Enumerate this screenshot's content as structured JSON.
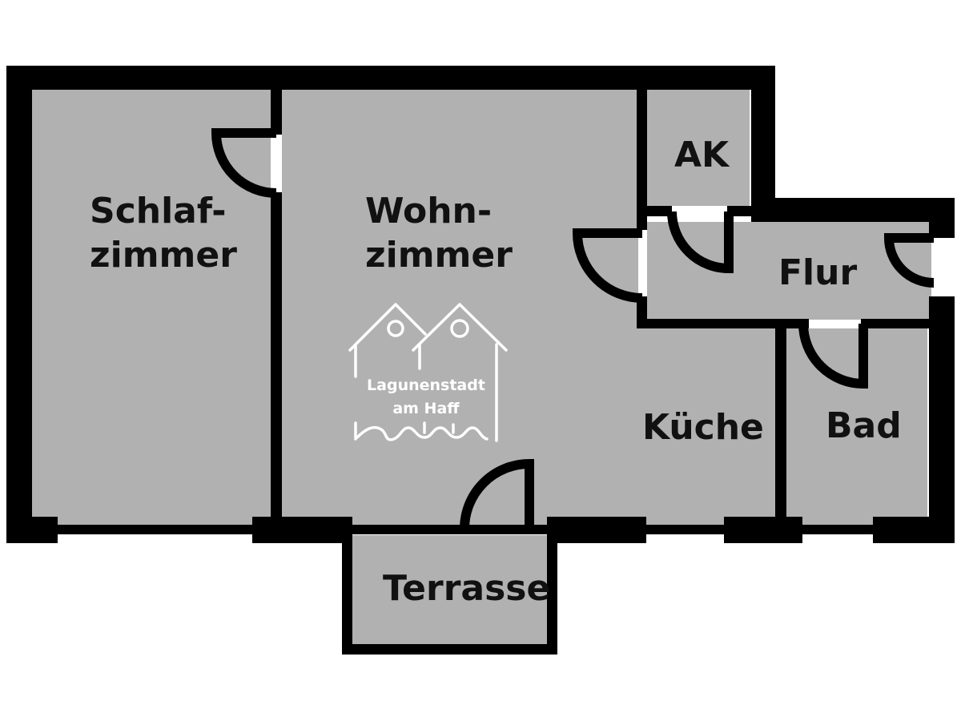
{
  "colors": {
    "wall": "#000000",
    "floor": "#b1b1b1",
    "background": "#ffffff",
    "logo": "#ffffff",
    "label": "#111111"
  },
  "rooms": {
    "schlafzimmer": {
      "line1": "Schlaf-",
      "line2": "zimmer"
    },
    "wohnzimmer": {
      "line1": "Wohn-",
      "line2": "zimmer"
    },
    "ak": "AK",
    "flur": "Flur",
    "kueche": "Küche",
    "bad": "Bad",
    "terrasse": "Terrasse"
  },
  "logo": {
    "name": "house-logo-icon",
    "line1": "Lagunenstadt",
    "line2": "am Haff"
  }
}
